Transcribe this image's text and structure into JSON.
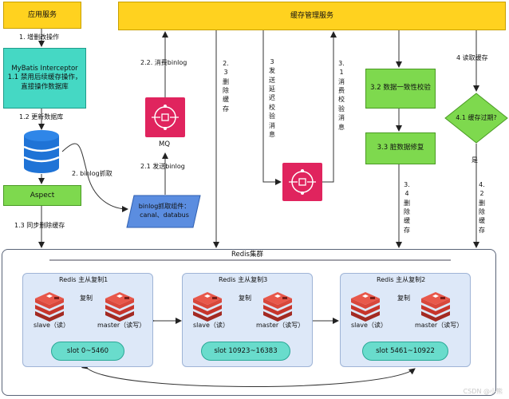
{
  "nodes": {
    "app_service": "应用服务",
    "cache_service": "缓存管理服务",
    "interceptor_title": "MyBatis Interceptor",
    "interceptor_detail": "1.1 禁用后续缓存操作，直接操作数据库",
    "aspect": "Aspect",
    "binlog_component": "binlog抓取组件：canal、databus",
    "mq": "MQ",
    "consistency_check": "3.2 数据一致性校验",
    "dirty_repair": "3.3 脏数据修复",
    "cache_expired": "4.1 缓存过期?"
  },
  "edges": {
    "e1": "1. 增删改操作",
    "e12": "1.2 更新数据库",
    "e2": "2. binlog抓取",
    "e13": "1.3 同步删除缓存",
    "e21": "2.1 发送binlog",
    "e22": "2.2. 消费binlog",
    "e23": "2.3 删除缓存",
    "e3": "3 发送延迟校验消息",
    "e31": "3.1 消费校验消息",
    "e34": "3.4 删除缓存",
    "e4": "4 读取缓存",
    "e42": "4.2 删除缓存",
    "yes": "是"
  },
  "cluster": {
    "title": "Redis集群",
    "groups": [
      {
        "title": "Redis 主从复制1",
        "replicate": "复制",
        "slave": "slave（读）",
        "master": "master（读写）",
        "slot": "slot 0~5460"
      },
      {
        "title": "Redis 主从复制3",
        "replicate": "复制",
        "slave": "slave（读）",
        "master": "master（读写）",
        "slot": "slot 10923~16383"
      },
      {
        "title": "Redis 主从复制2",
        "replicate": "复制",
        "slave": "slave（读）",
        "master": "master（读写）",
        "slot": "slot 5461~10922"
      }
    ]
  },
  "watermark": "CSDN @小熊",
  "colors": {
    "yellow": "#ffd21f",
    "green": "#7ed94e",
    "teal": "#45d8c4",
    "db_blue": "#1f73d6",
    "mq_pink": "#e0245e",
    "redis_red": "#c7352b",
    "binlog_blue": "#5b8de0",
    "cluster_bg": "#dde8f8"
  }
}
